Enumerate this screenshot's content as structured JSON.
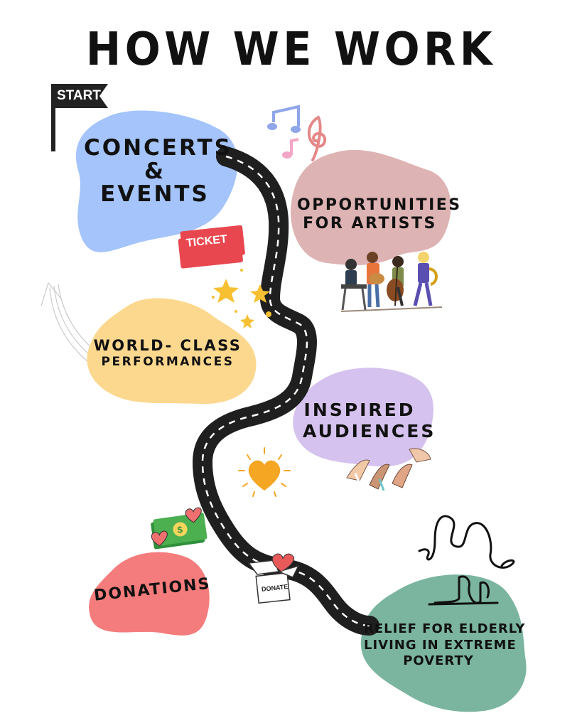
{
  "title": "HOW WE WORK",
  "start_label": "START",
  "ticket_label": "TICKET",
  "donate_label": "DONATE",
  "steps": [
    {
      "id": "concerts",
      "lines": [
        "CONCERTS",
        "&",
        "EVENTS"
      ],
      "color": "#a4c4fb"
    },
    {
      "id": "opportunities",
      "lines": [
        "OPPORTUNITIES",
        "FOR ARTISTS"
      ],
      "color": "#deb3b3"
    },
    {
      "id": "performances",
      "lines": [
        "WORLD- CLASS",
        "PERFORMANCES"
      ],
      "color": "#fcd88f"
    },
    {
      "id": "audiences",
      "lines": [
        "INSPIRED",
        "AUDIENCES"
      ],
      "color": "#d6c2ee"
    },
    {
      "id": "donations",
      "lines": [
        "DONATIONS"
      ],
      "color": "#f57c7c"
    },
    {
      "id": "relief",
      "lines": [
        "RELIEF FOR ELDERLY",
        "LIVING IN EXTREME",
        "POVERTY"
      ],
      "color": "#7bb5a0"
    }
  ],
  "colors": {
    "road": "#1f1f1f",
    "road_dash": "#ffffff",
    "star": "#f6c032",
    "heart": "#f5a623",
    "ticket": "#e8474f",
    "money": "#4caf50"
  }
}
